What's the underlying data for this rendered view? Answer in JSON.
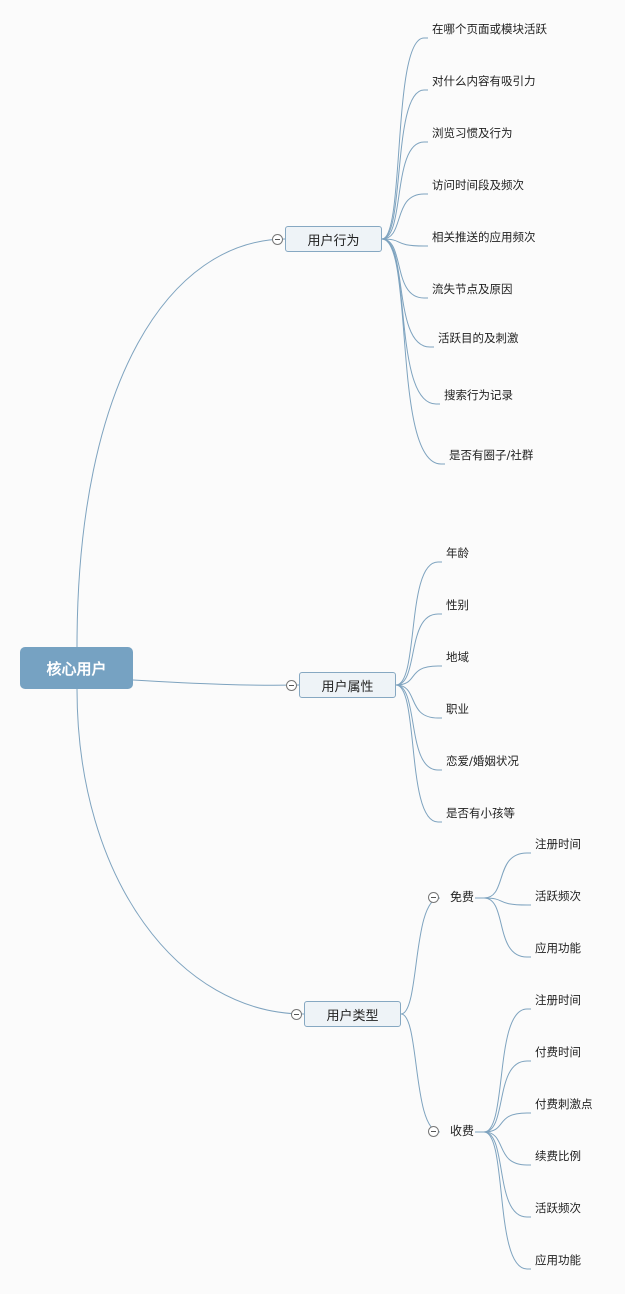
{
  "root": {
    "label": "核心用户"
  },
  "behavior": {
    "label": "用户行为",
    "items": [
      "在哪个页面或模块活跃",
      "对什么内容有吸引力",
      "浏览习惯及行为",
      "访问时间段及频次",
      "相关推送的应用频次",
      "流失节点及原因",
      "活跃目的及刺激",
      "搜索行为记录",
      "是否有圈子/社群"
    ]
  },
  "attributes": {
    "label": "用户属性",
    "items": [
      "年龄",
      "性别",
      "地域",
      "职业",
      "恋爱/婚姻状况",
      "是否有小孩等"
    ]
  },
  "types": {
    "label": "用户类型",
    "free": {
      "label": "免费",
      "items": [
        "注册时间",
        "活跃频次",
        "应用功能"
      ]
    },
    "paid": {
      "label": "收费",
      "items": [
        "注册时间",
        "付费时间",
        "付费刺激点",
        "续费比例",
        "活跃频次",
        "应用功能"
      ]
    }
  }
}
